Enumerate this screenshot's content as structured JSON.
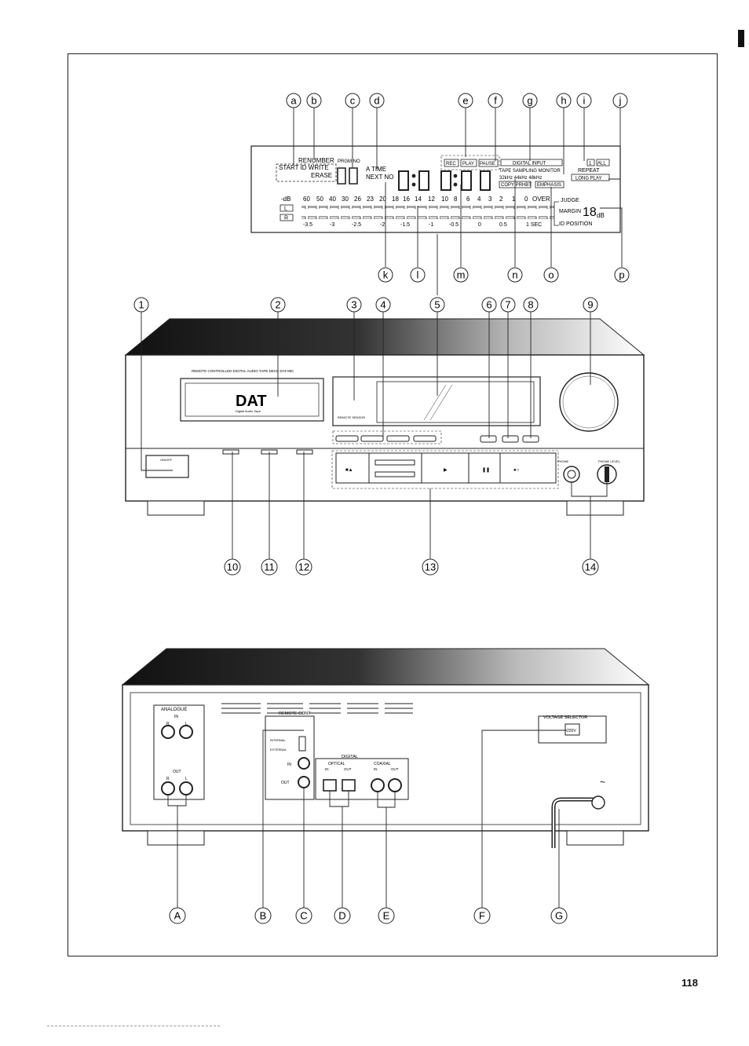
{
  "page": {
    "number": "118"
  },
  "display_panel": {
    "top_labels": {
      "renumber": "RENUMBER",
      "prgm_no": "PRGM NO",
      "start_id_write": "START ID WRITE",
      "erase": "ERASE",
      "a_time": "A  TIME",
      "next_no": "NEXT NO"
    },
    "indicators": [
      "REC",
      "PLAY",
      "PAUSE"
    ],
    "digital_input": "DIGITAL INPUT",
    "tape_sampling_monitor": "TAPE SAMPLING MONITOR",
    "rates": "32kHz  44kHz  48kHz",
    "copy_prhbt": "COPY PRHBT",
    "emphasis": "EMPHASIS",
    "one_all": [
      "1",
      "ALL"
    ],
    "repeat": "REPEAT",
    "long_play": "LONG PLAY",
    "db_scale": [
      "-dB",
      "60",
      "50",
      "40",
      "30",
      "26",
      "23",
      "20",
      "18",
      "16",
      "14",
      "12",
      "10",
      "8",
      "6",
      "4",
      "3",
      "2",
      "1",
      "0",
      "OVER"
    ],
    "channels": [
      "L",
      "R"
    ],
    "margin_scale": [
      "-3.5",
      "-3",
      "-2.5",
      "-2",
      "-1.5",
      "-1",
      "-0.5",
      "0",
      "0.5",
      "1 SEC"
    ],
    "judge": "JUDGE",
    "margin": "MARGIN",
    "margin_value": "18",
    "margin_unit": "dB",
    "id_position": "ID POSITION"
  },
  "display_callouts_top": [
    "a",
    "b",
    "c",
    "d",
    "e",
    "f",
    "g",
    "h",
    "i",
    "j"
  ],
  "display_callouts_bottom": [
    "k",
    "l",
    "m",
    "n",
    "o",
    "p"
  ],
  "front_callouts_top": [
    "1",
    "2",
    "3",
    "4",
    "5",
    "6",
    "7",
    "8",
    "9"
  ],
  "front_callouts_bottom": [
    "10",
    "11",
    "12",
    "13",
    "14"
  ],
  "front_panel": {
    "model_line": "REMOTE CONTROLLED DIGITAL AUDIO TAPE DECK DAT-85C",
    "logo": "DAT",
    "logo_sub": "Digital Audio Tape",
    "on_off": "ON/OFF",
    "remote_sensor": "REMOTE SENSOR",
    "phone": "PHONE",
    "phone_level": "PHONE LEVEL"
  },
  "rear_panel": {
    "analogue": "ANALOGUE",
    "in": "IN",
    "out": "OUT",
    "r": "R",
    "l": "L",
    "remote_cont": "REMOTE CONT",
    "internal": "INTERNAL",
    "external": "EXTERNAL",
    "digital": "DIGITAL",
    "optical": "OPTICAL",
    "coaxial": "COAXIAL",
    "voltage_selector": "VOLTAGE SELECTOR",
    "voltage_value": "220V",
    "ac_symbol": "~"
  },
  "rear_callouts": [
    "A",
    "B",
    "C",
    "D",
    "E",
    "F",
    "G"
  ]
}
